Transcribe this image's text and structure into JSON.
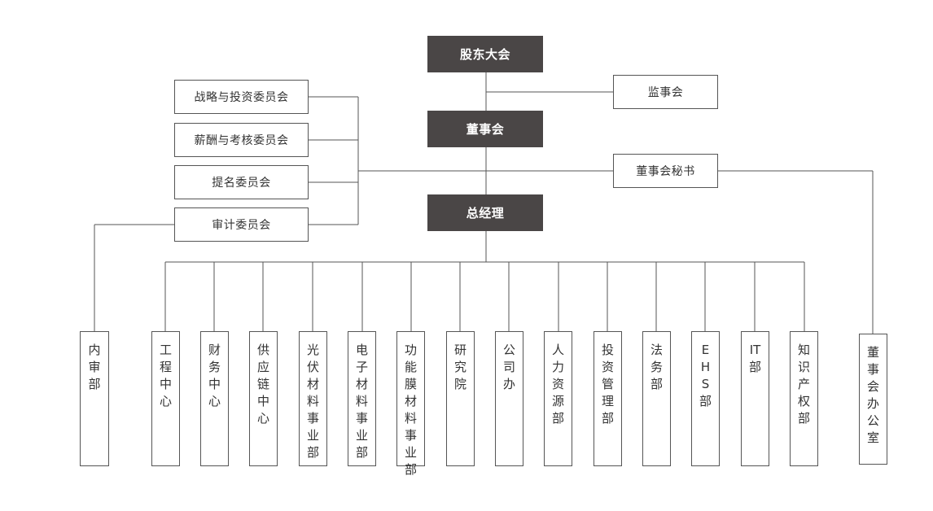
{
  "top": {
    "shareholders": "股东大会",
    "supervisors": "监事会",
    "board": "董事会",
    "board_secretary": "董事会秘书",
    "general_manager": "总经理"
  },
  "committees": [
    "战略与投资委员会",
    "薪酬与考核委员会",
    "提名委员会",
    "审计委员会"
  ],
  "internal_audit": "内审部",
  "departments": [
    "工程中心",
    "财务中心",
    "供应链中心",
    "光伏材料事业部",
    "电子材料事业部",
    "功能膜材料事业部",
    "研究院",
    "公司办",
    "人力资源部",
    "投资管理部",
    "法务部",
    "EHS部",
    "IT部",
    "知识产权部"
  ],
  "board_office": "董事会办公室",
  "colors": {
    "dark_box": "#4a4646",
    "line": "#555555",
    "text": "#333333"
  }
}
